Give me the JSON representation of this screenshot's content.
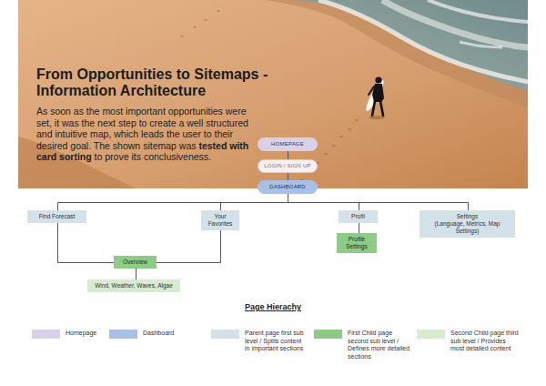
{
  "diagram": {
    "title": "From Opportunities to Sitemaps - Information Architecture",
    "nodes": [
      {
        "text": [
          "HOMEPAGE"
        ]
      },
      {
        "text": [
          "LOGIN / SIGN UP"
        ]
      },
      {
        "text": [
          "DASHBOARD"
        ]
      },
      {
        "text": [
          "Find Forecast"
        ]
      },
      {
        "text": [
          "Your Favorites"
        ]
      },
      {
        "text": [
          "Profil"
        ]
      },
      {
        "text": [
          "Settings",
          "(Language, Metrics, Map Settings)"
        ]
      },
      {
        "text": [
          "Profile Settings"
        ]
      },
      {
        "text": [
          "Overview"
        ]
      },
      {
        "text": [
          "Wind, Weather, Waves, Algae"
        ]
      }
    ],
    "edges": [
      {
        "from": 0,
        "to": 1,
        "arrow": "none"
      },
      {
        "from": 1,
        "to": 2,
        "arrow": "none"
      },
      {
        "from": 2,
        "to": 3,
        "arrow": "none"
      },
      {
        "from": 2,
        "to": 4,
        "arrow": "none"
      },
      {
        "from": 2,
        "to": 5,
        "arrow": "none"
      },
      {
        "from": 2,
        "to": 6,
        "arrow": "none"
      },
      {
        "from": 5,
        "to": 7,
        "arrow": "none"
      },
      {
        "from": 3,
        "to": 8,
        "arrow": "none"
      },
      {
        "from": 4,
        "to": 8,
        "arrow": "none"
      },
      {
        "from": 8,
        "to": 9,
        "arrow": "none"
      }
    ],
    "labels": [
      "As soon as the most important opportunities were set, it was the next step to create a well structured and intuitive map, which leads the user to their desired goal. The shown sitemap was",
      "tested with card sorting",
      "to prove its conclusiveness.",
      "Page Hierachy"
    ],
    "legend": [
      {
        "text": "Homepage",
        "color": "#d9d1ea"
      },
      {
        "text": "Dashboard",
        "color": "#a8c0e6"
      },
      {
        "text": "Parent page first sub level / Splits content in important sections",
        "color": "#d3e2e9"
      },
      {
        "text": "First Child page second sub level / Defines more detailed sections",
        "color": "#8ecb86"
      },
      {
        "text": "Second Child page third sub level / Provides most detailed content",
        "color": "#d7ebd1"
      }
    ]
  }
}
